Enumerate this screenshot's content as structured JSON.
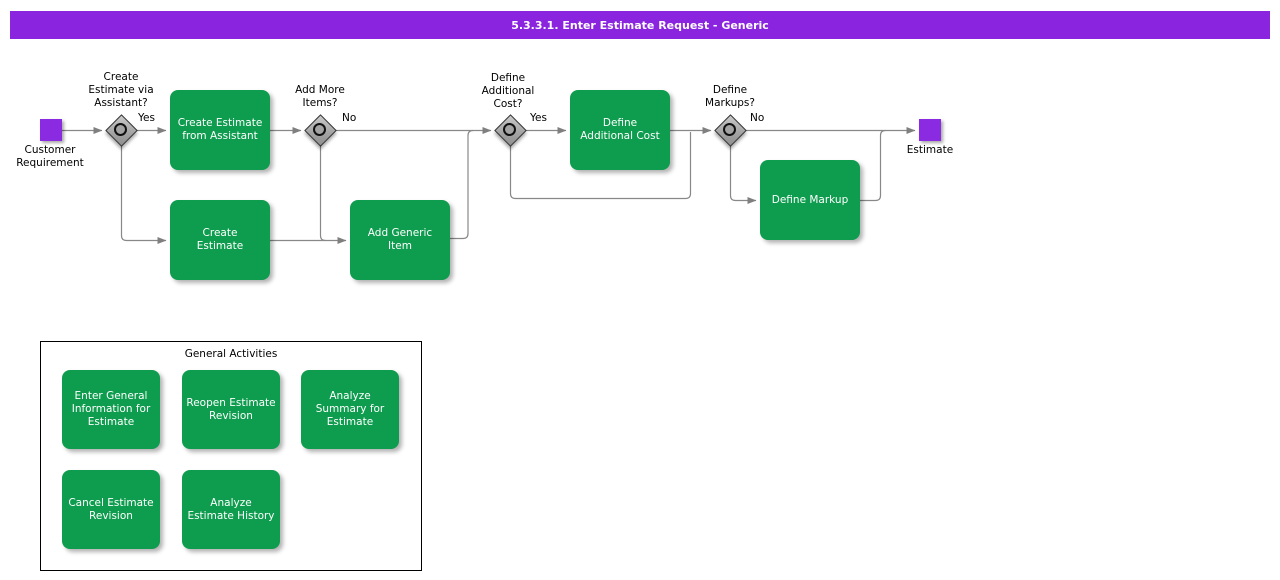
{
  "colors": {
    "accent_purple": "#8a24de",
    "event_purple": "#8a2be2",
    "task_green": "#0e9c4e",
    "connector_gray": "#888888",
    "gateway_gray": "#a3a3a3"
  },
  "title_bar": {
    "text": "5.3.3.1. Enter Estimate Request - Generic"
  },
  "flow": {
    "start": {
      "label": "Customer\nRequirement"
    },
    "end": {
      "label": "Estimate"
    },
    "decisions": [
      {
        "question": "Create\nEstimate via\nAssistant?",
        "branch_label": "Yes"
      },
      {
        "question": "Add More\nItems?",
        "branch_label": "No"
      },
      {
        "question": "Define\nAdditional\nCost?",
        "branch_label": "Yes"
      },
      {
        "question": "Define\nMarkups?",
        "branch_label": "No"
      }
    ],
    "tasks": [
      {
        "label": "Create Estimate\nfrom Assistant"
      },
      {
        "label": "Create\nEstimate"
      },
      {
        "label": "Add Generic\nItem"
      },
      {
        "label": "Define\nAdditional Cost"
      },
      {
        "label": "Define Markup"
      }
    ]
  },
  "general_activities": {
    "title": "General Activities",
    "items": [
      {
        "label": "Enter General\nInformation for\nEstimate"
      },
      {
        "label": "Reopen Estimate\nRevision"
      },
      {
        "label": "Analyze\nSummary for\nEstimate"
      },
      {
        "label": "Cancel Estimate\nRevision"
      },
      {
        "label": "Analyze\nEstimate History"
      }
    ]
  }
}
